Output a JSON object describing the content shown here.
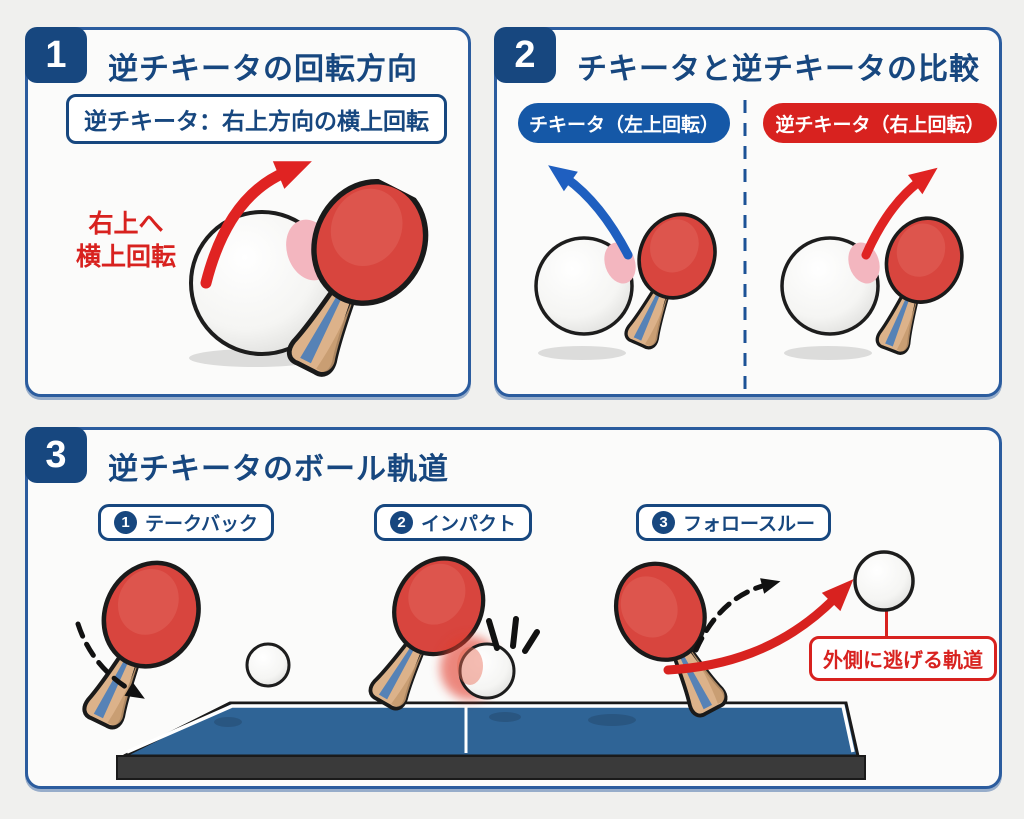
{
  "colors": {
    "navy": "#17477f",
    "panel_border": "#2b5c9e",
    "red": "#d8221f",
    "arrow_red": "#e02322",
    "arrow_blue": "#1f5fc0",
    "pill_blue": "#1558a7",
    "table_blue": "#2f6496",
    "table_edge": "#3a3a3a",
    "paddle_red": "#d8453e",
    "handle_wood": "#dcb28a",
    "page_bg": "#f0f0ee",
    "panel_bg": "#fbfbfa"
  },
  "panel1": {
    "number": "1",
    "title": "逆チキータの回転方向",
    "spin_box": "逆チキータ：右上方向の横上回転",
    "annotation_line1": "右上へ",
    "annotation_line2": "横上回転"
  },
  "panel2": {
    "number": "2",
    "title": "チキータと逆チキータの比較",
    "left_pill": "チキータ（左上回転）",
    "right_pill": "逆チキータ（右上回転）"
  },
  "panel3": {
    "number": "3",
    "title": "逆チキータのボール軌道",
    "steps": [
      {
        "number": "1",
        "label": "テークバック"
      },
      {
        "number": "2",
        "label": "インパクト"
      },
      {
        "number": "3",
        "label": "フォロースルー"
      }
    ],
    "callout": "外側に逃げる軌道"
  }
}
